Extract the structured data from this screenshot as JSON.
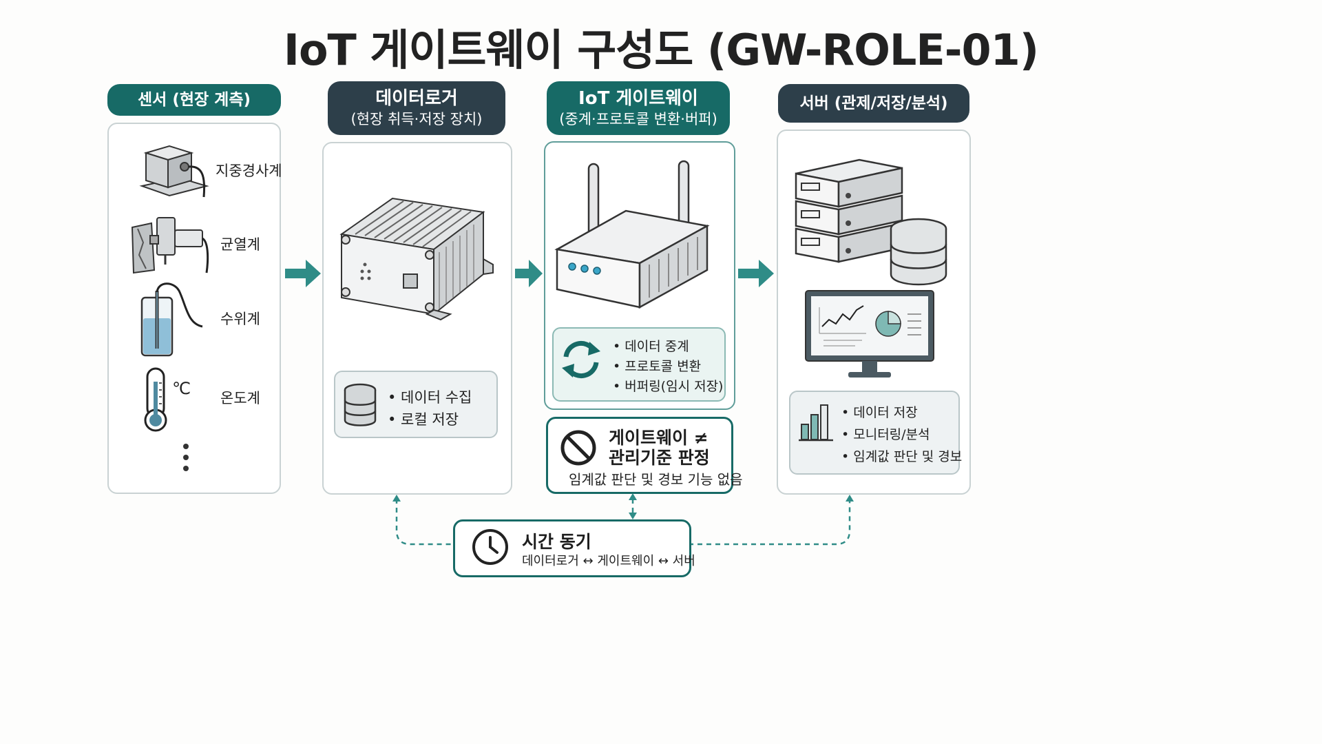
{
  "title": "IoT 게이트웨이 구성도 (GW-ROLE-01)",
  "colors": {
    "teal": "#176a66",
    "dark": "#2d3f4a",
    "arrow": "#2f8c87"
  },
  "columns": {
    "sensor": {
      "header": "센서 (현장 계측)",
      "items": [
        {
          "label": "지중경사계",
          "icon": "inclinometer-icon"
        },
        {
          "label": "균열계",
          "icon": "crack-gauge-icon"
        },
        {
          "label": "수위계",
          "icon": "water-level-gauge-icon"
        },
        {
          "label": "온도계",
          "icon": "thermometer-icon"
        }
      ],
      "celsius": "℃"
    },
    "logger": {
      "header_main": "데이터로거",
      "header_sub": "(현장 취득·저장 장치)",
      "bullets": [
        "• 데이터 수집",
        "• 로컬 저장"
      ]
    },
    "gateway": {
      "header_main": "IoT 게이트웨이",
      "header_sub": "(중계·프로토콜 변환·버퍼)",
      "bullets": [
        "• 데이터 중계",
        "• 프로토콜 변환",
        "• 버퍼링(임시 저장)"
      ],
      "warning": {
        "line1": "게이트웨이 ≠",
        "line2": "관리기준 판정",
        "sub": "임계값 판단 및 경보 기능 없음"
      }
    },
    "server": {
      "header": "서버 (관제/저장/분석)",
      "bullets": [
        "• 데이터 저장",
        "• 모니터링/분석",
        "• 임계값 판단 및 경보"
      ]
    }
  },
  "time_sync": {
    "title": "시간 동기",
    "sub": "데이터로거 ↔ 게이트웨이 ↔ 서버"
  }
}
